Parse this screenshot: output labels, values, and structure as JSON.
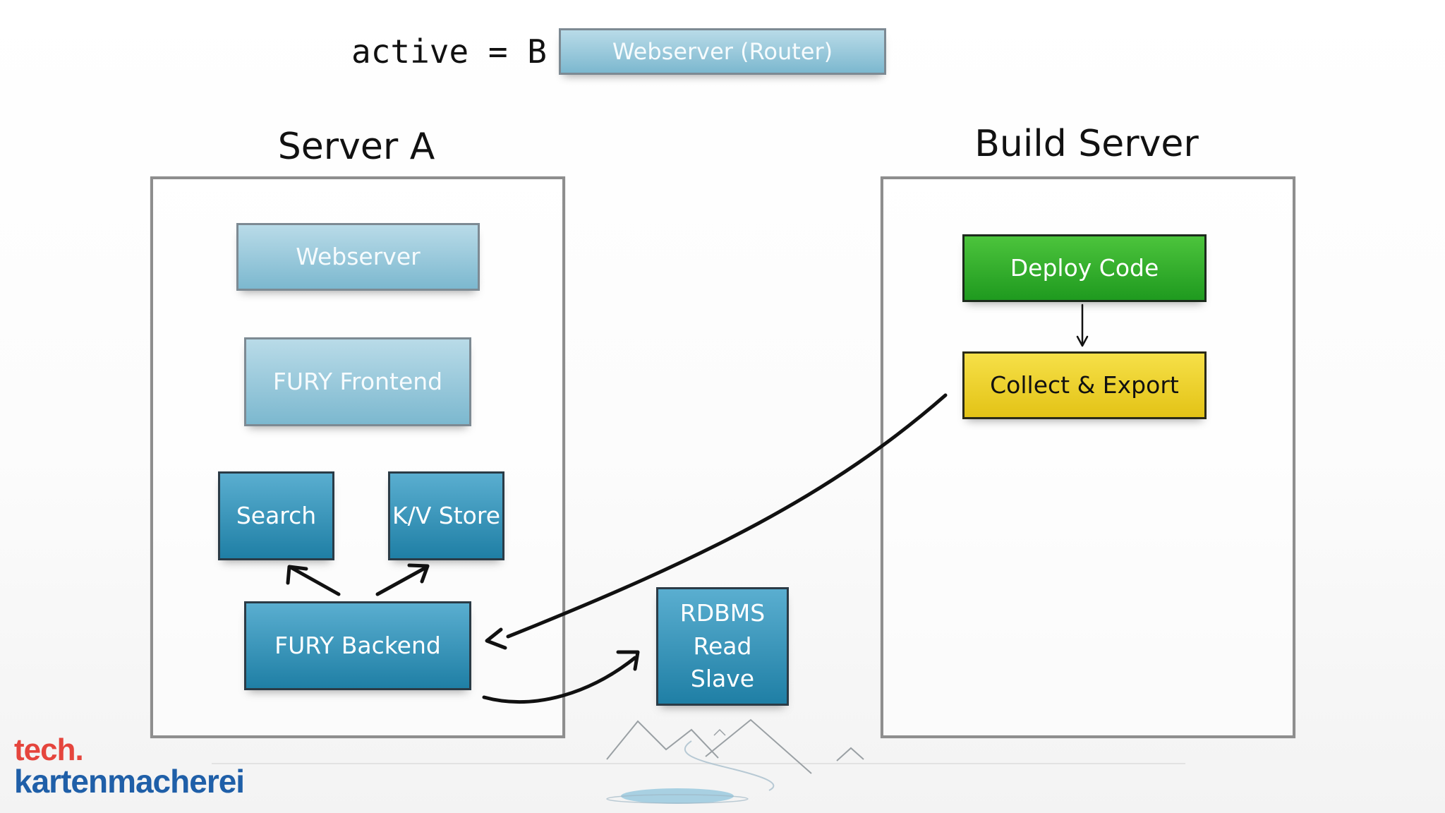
{
  "header": {
    "active_label": "active = B",
    "router_label": "Webserver (Router)"
  },
  "server_a": {
    "title": "Server A",
    "webserver": "Webserver",
    "fury_frontend": "FURY Frontend",
    "search": "Search",
    "kv_store": "K/V Store",
    "fury_backend": "FURY Backend"
  },
  "rdbms": {
    "line1": "RDBMS",
    "line2": "Read",
    "line3": "Slave"
  },
  "build_server": {
    "title": "Build Server",
    "deploy_code": "Deploy Code",
    "collect_export": "Collect & Export"
  },
  "logo": {
    "line1": "tech.",
    "line2": "kartenmacherei"
  },
  "colors": {
    "light_box": "#9ccbdd",
    "dark_box": "#2f8fb6",
    "deploy": "#2fae2a",
    "collect": "#f0d432",
    "logo_red": "#e5453d",
    "logo_blue": "#1f5fa8"
  }
}
